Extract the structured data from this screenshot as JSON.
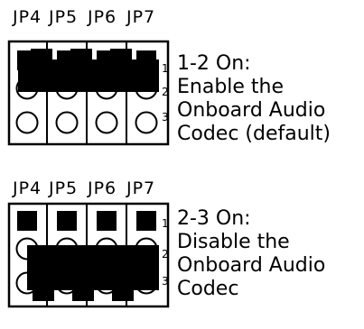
{
  "diagram_1": {
    "jumpers": [
      "JP4",
      "JP5",
      "JP6",
      "JP7"
    ],
    "pin_numbers": [
      "1",
      "2",
      "3"
    ],
    "setting": "1-2 On:",
    "description": [
      "Enable the",
      "Onboard Audio",
      "Codec (default)"
    ]
  },
  "diagram_2": {
    "jumpers": [
      "JP4",
      "JP5",
      "JP6",
      "JP7"
    ],
    "pin_numbers": [
      "1",
      "2",
      "3"
    ],
    "setting": "2-3  On:",
    "description": [
      "Disable the",
      "Onboard Audio",
      "Codec"
    ]
  }
}
